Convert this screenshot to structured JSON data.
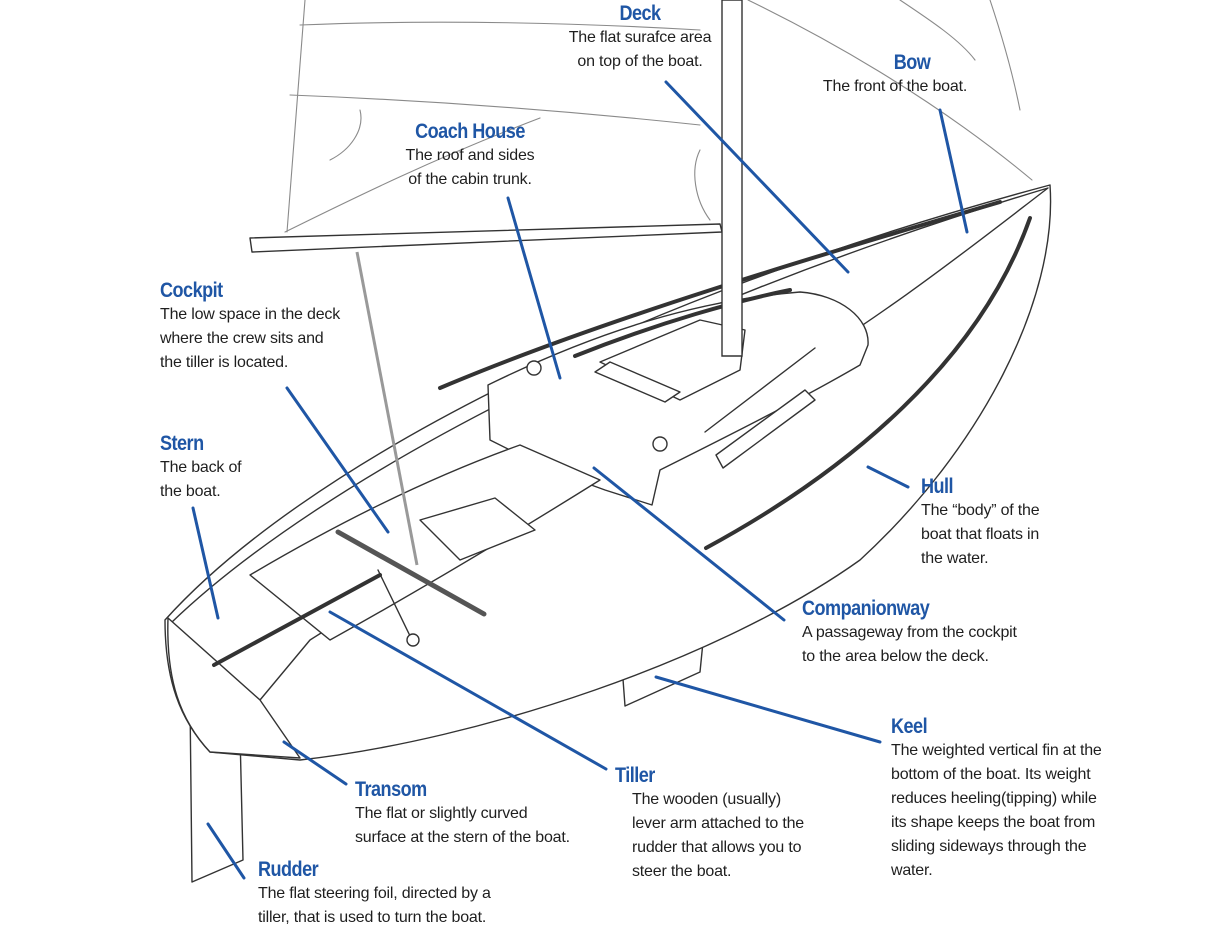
{
  "colors": {
    "leader": "#1f56a5",
    "term": "#1f56a5",
    "outline": "#333333",
    "text": "#1f1f1f"
  },
  "labels": {
    "deck": {
      "term": "Deck",
      "desc": "The flat surafce area\non top of the boat."
    },
    "bow": {
      "term": "Bow",
      "desc": "The front of the boat."
    },
    "coach_house": {
      "term": "Coach House",
      "desc": "The roof and sides\nof the cabin trunk."
    },
    "cockpit": {
      "term": "Cockpit",
      "desc": "The low space in the deck\nwhere the crew sits and\nthe tiller is located."
    },
    "stern": {
      "term": "Stern",
      "desc": "The back of\nthe boat."
    },
    "hull": {
      "term": "Hull",
      "desc": "The “body” of the\nboat that floats in\nthe water."
    },
    "companionway": {
      "term": "Companionway",
      "desc": "A passageway from the cockpit\nto the area below the deck."
    },
    "keel": {
      "term": "Keel",
      "desc": "The weighted vertical fin at the\nbottom of the boat. Its weight\nreduces heeling(tipping) while\nits shape keeps the boat from\nsliding sideways through the\nwater."
    },
    "transom": {
      "term": "Transom",
      "desc": "The flat or slightly curved\nsurface at the stern of the boat."
    },
    "tiller": {
      "term": "Tiller",
      "desc": "The wooden (usually)\nlever arm attached to the\nrudder that allows you to\nsteer the boat."
    },
    "rudder": {
      "term": "Rudder",
      "desc": "The flat steering foil, directed by a\ntiller,  that is used to turn the boat."
    }
  }
}
